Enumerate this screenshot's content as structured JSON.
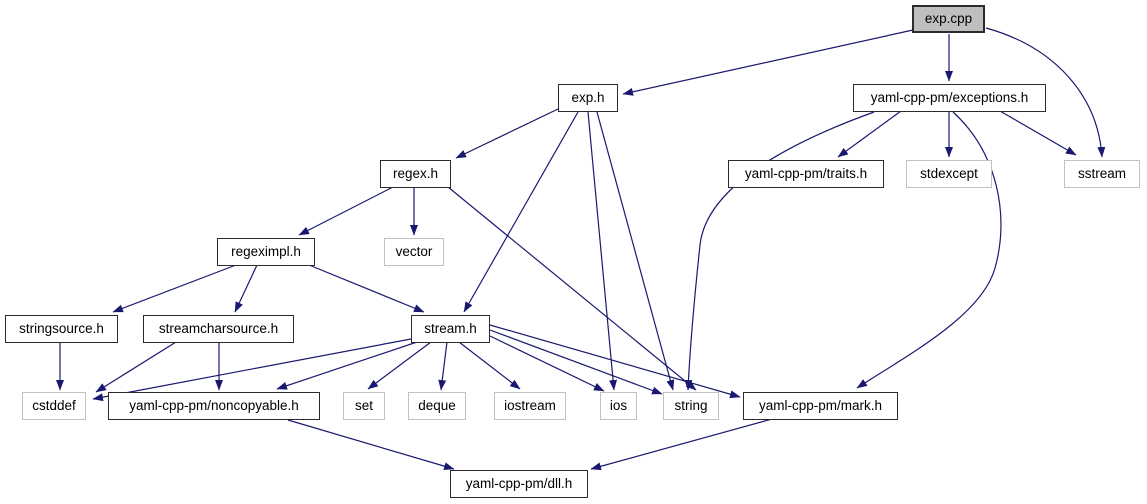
{
  "graph": {
    "nodes": [
      {
        "id": "exp-cpp",
        "label": "exp.cpp",
        "type": "focus"
      },
      {
        "id": "exp-h",
        "label": "exp.h",
        "type": "project"
      },
      {
        "id": "exceptions-h",
        "label": "yaml-cpp-pm/exceptions.h",
        "type": "project"
      },
      {
        "id": "regex-h",
        "label": "regex.h",
        "type": "project"
      },
      {
        "id": "traits-h",
        "label": "yaml-cpp-pm/traits.h",
        "type": "project"
      },
      {
        "id": "stdexcept",
        "label": "stdexcept",
        "type": "system"
      },
      {
        "id": "sstream",
        "label": "sstream",
        "type": "system"
      },
      {
        "id": "regeximpl-h",
        "label": "regeximpl.h",
        "type": "project"
      },
      {
        "id": "vector",
        "label": "vector",
        "type": "system"
      },
      {
        "id": "stringsource-h",
        "label": "stringsource.h",
        "type": "project"
      },
      {
        "id": "streamcharsource-h",
        "label": "streamcharsource.h",
        "type": "project"
      },
      {
        "id": "stream-h",
        "label": "stream.h",
        "type": "project"
      },
      {
        "id": "cstddef",
        "label": "cstddef",
        "type": "system"
      },
      {
        "id": "noncopyable-h",
        "label": "yaml-cpp-pm/noncopyable.h",
        "type": "project"
      },
      {
        "id": "set",
        "label": "set",
        "type": "system"
      },
      {
        "id": "deque",
        "label": "deque",
        "type": "system"
      },
      {
        "id": "iostream",
        "label": "iostream",
        "type": "system"
      },
      {
        "id": "ios",
        "label": "ios",
        "type": "system"
      },
      {
        "id": "string",
        "label": "string",
        "type": "system"
      },
      {
        "id": "mark-h",
        "label": "yaml-cpp-pm/mark.h",
        "type": "project"
      },
      {
        "id": "dll-h",
        "label": "yaml-cpp-pm/dll.h",
        "type": "project"
      }
    ],
    "edges": [
      {
        "from": "exp.cpp",
        "to": "exp.h"
      },
      {
        "from": "exp.cpp",
        "to": "yaml-cpp-pm/exceptions.h"
      },
      {
        "from": "exp.cpp",
        "to": "sstream"
      },
      {
        "from": "exp.h",
        "to": "regex.h"
      },
      {
        "from": "exp.h",
        "to": "stream.h"
      },
      {
        "from": "exp.h",
        "to": "ios"
      },
      {
        "from": "exp.h",
        "to": "string"
      },
      {
        "from": "yaml-cpp-pm/exceptions.h",
        "to": "yaml-cpp-pm/traits.h"
      },
      {
        "from": "yaml-cpp-pm/exceptions.h",
        "to": "stdexcept"
      },
      {
        "from": "yaml-cpp-pm/exceptions.h",
        "to": "sstream"
      },
      {
        "from": "yaml-cpp-pm/exceptions.h",
        "to": "string"
      },
      {
        "from": "yaml-cpp-pm/exceptions.h",
        "to": "yaml-cpp-pm/mark.h"
      },
      {
        "from": "regex.h",
        "to": "regeximpl.h"
      },
      {
        "from": "regex.h",
        "to": "vector"
      },
      {
        "from": "regex.h",
        "to": "string"
      },
      {
        "from": "regeximpl.h",
        "to": "stringsource.h"
      },
      {
        "from": "regeximpl.h",
        "to": "streamcharsource.h"
      },
      {
        "from": "regeximpl.h",
        "to": "stream.h"
      },
      {
        "from": "stringsource.h",
        "to": "cstddef"
      },
      {
        "from": "streamcharsource.h",
        "to": "cstddef"
      },
      {
        "from": "streamcharsource.h",
        "to": "yaml-cpp-pm/noncopyable.h"
      },
      {
        "from": "stream.h",
        "to": "cstddef"
      },
      {
        "from": "stream.h",
        "to": "yaml-cpp-pm/noncopyable.h"
      },
      {
        "from": "stream.h",
        "to": "set"
      },
      {
        "from": "stream.h",
        "to": "deque"
      },
      {
        "from": "stream.h",
        "to": "iostream"
      },
      {
        "from": "stream.h",
        "to": "ios"
      },
      {
        "from": "stream.h",
        "to": "string"
      },
      {
        "from": "stream.h",
        "to": "yaml-cpp-pm/mark.h"
      },
      {
        "from": "yaml-cpp-pm/noncopyable.h",
        "to": "yaml-cpp-pm/dll.h"
      },
      {
        "from": "yaml-cpp-pm/mark.h",
        "to": "yaml-cpp-pm/dll.h"
      }
    ]
  },
  "colors": {
    "edge": "#191970",
    "node_fill": "#ffffff",
    "focus_fill": "#bfbfbf",
    "project_border": "#2b2b2b",
    "system_border": "#c2c2c2",
    "text": "#000000"
  }
}
